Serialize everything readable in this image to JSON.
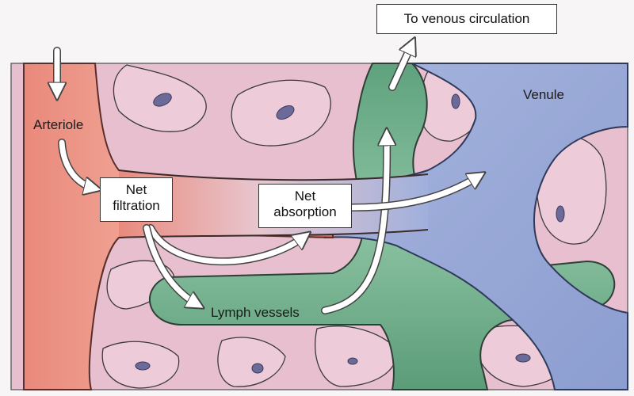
{
  "labels": {
    "venous_circulation": "To venous circulation",
    "arteriole": "Arteriole",
    "venule": "Venule",
    "lymph_vessels": "Lymph vessels"
  },
  "boxes": {
    "net_filtration": [
      "Net",
      "filtration"
    ],
    "net_absorption": [
      "Net",
      "absorption"
    ]
  },
  "colors": {
    "arteriole": "#e07a6c",
    "venule": "#9aaad6",
    "lymph": "#6fae8a",
    "tissue": "#e9c3d2",
    "cell": "#f3d9e3",
    "nucleus": "#6b6a99",
    "arrow": "#ffffff"
  }
}
